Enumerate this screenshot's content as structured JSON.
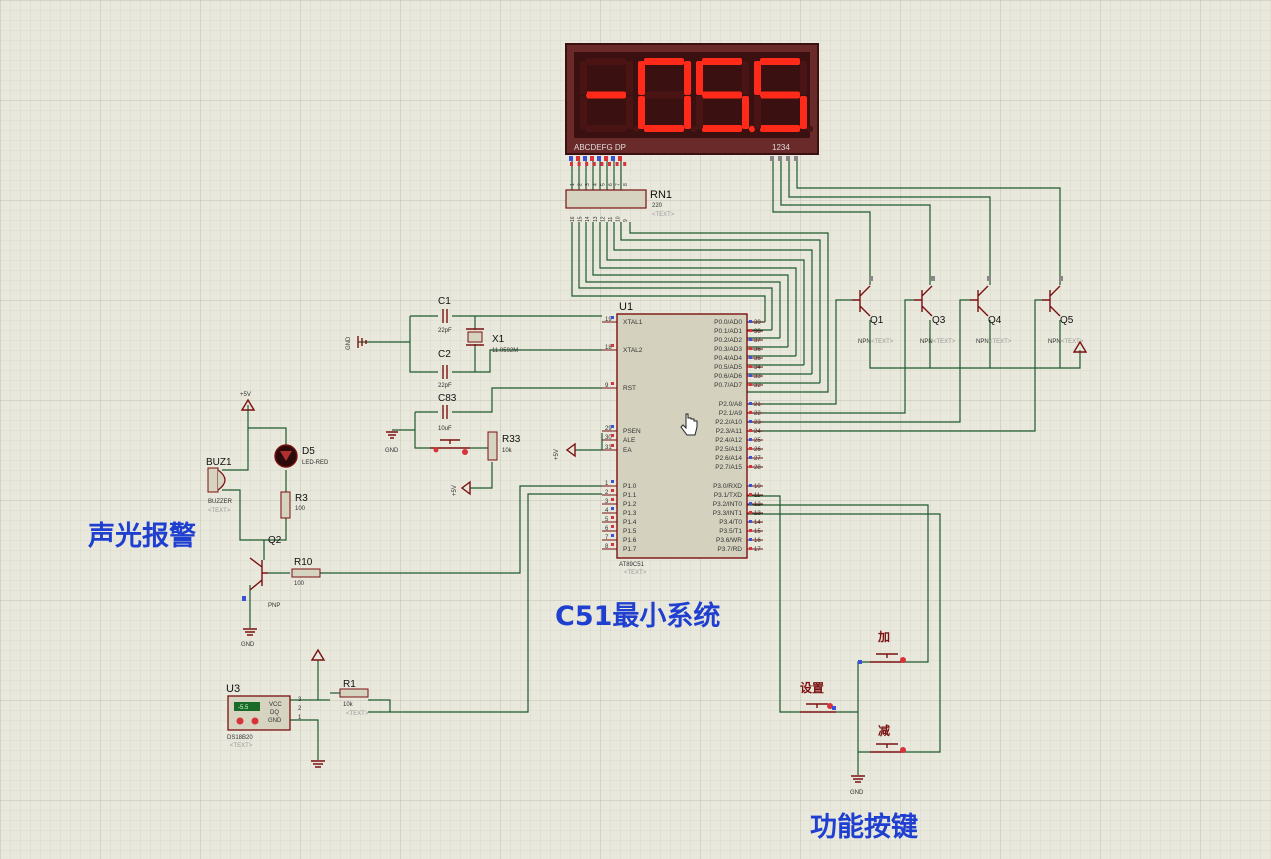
{
  "display": {
    "text": "-05.5",
    "digits": [
      "-",
      "0",
      "5",
      "5"
    ],
    "dp_on_digit": 2,
    "pin_label_left": "ABCDEFG DP",
    "pin_label_right": "1234",
    "segment_color": "#ff2a1a"
  },
  "components": {
    "rn1": {
      "ref": "RN1",
      "value": "220",
      "text": "<TEXT>",
      "pins_top": [
        "1",
        "2",
        "3",
        "4",
        "5",
        "6",
        "7",
        "8"
      ],
      "pins_bottom": [
        "16",
        "15",
        "14",
        "13",
        "12",
        "11",
        "10",
        "9"
      ]
    },
    "c1": {
      "ref": "C1",
      "value": "22pF"
    },
    "c2": {
      "ref": "C2",
      "value": "22pF"
    },
    "c83": {
      "ref": "C83",
      "value": "10uF"
    },
    "x1": {
      "ref": "X1",
      "value": "11.0592M"
    },
    "r33": {
      "ref": "R33",
      "value": "10k"
    },
    "r3": {
      "ref": "R3",
      "value": "100"
    },
    "r10": {
      "ref": "R10",
      "value": "100"
    },
    "r1": {
      "ref": "R1",
      "value": "10k",
      "text": "<TEXT>"
    },
    "d5": {
      "ref": "D5",
      "value": "LED-RED"
    },
    "buz1": {
      "ref": "BUZ1",
      "value": "BUZZER",
      "text": "<TEXT>"
    },
    "q2": {
      "ref": "Q2",
      "value": "PNP"
    },
    "u3": {
      "ref": "U3",
      "value": "DS18B20",
      "text": "<TEXT>",
      "readout": "-5.5",
      "pins": [
        "VCC",
        "DQ",
        "GND"
      ],
      "pin_nums": [
        "3",
        "2",
        "1"
      ]
    },
    "transistors": [
      {
        "ref": "Q1",
        "value": "NPN",
        "text": "<TEXT>"
      },
      {
        "ref": "Q3",
        "value": "NPN",
        "text": "<TEXT>"
      },
      {
        "ref": "Q4",
        "value": "NPN",
        "text": "<TEXT>"
      },
      {
        "ref": "Q5",
        "value": "NPN",
        "text": "<TEXT>"
      }
    ]
  },
  "mcu": {
    "ref": "U1",
    "value": "AT89C51",
    "text": "<TEXT>",
    "left_pins": [
      {
        "num": "19",
        "name": "XTAL1"
      },
      {
        "num": "18",
        "name": "XTAL2"
      },
      {
        "num": "9",
        "name": "RST"
      },
      {
        "num": "29",
        "name": "PSEN"
      },
      {
        "num": "30",
        "name": "ALE"
      },
      {
        "num": "31",
        "name": "EA"
      },
      {
        "num": "1",
        "name": "P1.0"
      },
      {
        "num": "2",
        "name": "P1.1"
      },
      {
        "num": "3",
        "name": "P1.2"
      },
      {
        "num": "4",
        "name": "P1.3"
      },
      {
        "num": "5",
        "name": "P1.4"
      },
      {
        "num": "6",
        "name": "P1.5"
      },
      {
        "num": "7",
        "name": "P1.6"
      },
      {
        "num": "8",
        "name": "P1.7"
      }
    ],
    "right_pins": [
      {
        "num": "39",
        "name": "P0.0/AD0"
      },
      {
        "num": "38",
        "name": "P0.1/AD1"
      },
      {
        "num": "37",
        "name": "P0.2/AD2"
      },
      {
        "num": "36",
        "name": "P0.3/AD3"
      },
      {
        "num": "35",
        "name": "P0.4/AD4"
      },
      {
        "num": "34",
        "name": "P0.5/AD5"
      },
      {
        "num": "33",
        "name": "P0.6/AD6"
      },
      {
        "num": "32",
        "name": "P0.7/AD7"
      },
      {
        "num": "21",
        "name": "P2.0/A8"
      },
      {
        "num": "22",
        "name": "P2.1/A9"
      },
      {
        "num": "23",
        "name": "P2.2/A10"
      },
      {
        "num": "24",
        "name": "P2.3/A11"
      },
      {
        "num": "25",
        "name": "P2.4/A12"
      },
      {
        "num": "26",
        "name": "P2.5/A13"
      },
      {
        "num": "27",
        "name": "P2.6/A14"
      },
      {
        "num": "28",
        "name": "P2.7/A15"
      },
      {
        "num": "10",
        "name": "P3.0/RXD"
      },
      {
        "num": "11",
        "name": "P3.1/TXD"
      },
      {
        "num": "12",
        "name": "P3.2/INT0"
      },
      {
        "num": "13",
        "name": "P3.3/INT1"
      },
      {
        "num": "14",
        "name": "P3.4/T0"
      },
      {
        "num": "15",
        "name": "P3.5/T1"
      },
      {
        "num": "16",
        "name": "P3.6/WR"
      },
      {
        "num": "17",
        "name": "P3.7/RD"
      }
    ]
  },
  "power": {
    "vcc": "+5V",
    "gnd": "GND"
  },
  "buttons": {
    "add": "加",
    "set": "设置",
    "sub": "减"
  },
  "section_labels": {
    "alarm": "声光报警",
    "mcu": "C51最小系统",
    "keys": "功能按键"
  }
}
